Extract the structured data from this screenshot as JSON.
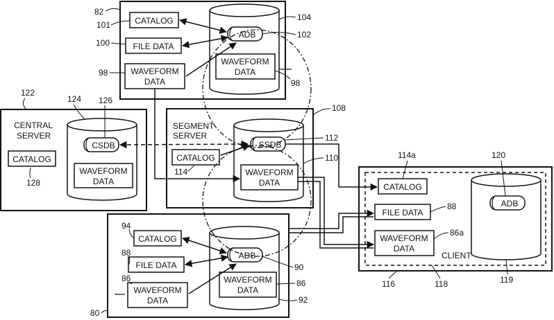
{
  "colors": {
    "ink": "#111111",
    "background": "#ffffff"
  },
  "server_top": {
    "ref": "82",
    "catalog": "CATALOG",
    "catalog_ref": "101",
    "file_data": "FILE DATA",
    "file_data_ref": "100",
    "waveform_line1": "WAVEFORM",
    "waveform_line2": "DATA",
    "waveform_ref": "98",
    "db_ref": "104",
    "adb": "ADB",
    "adb_ref": "102",
    "db_waveform_line1": "WAVEFORM",
    "db_waveform_line2": "DATA",
    "db_waveform_ref": "98"
  },
  "central_server": {
    "ref": "122",
    "label_line1": "CENTRAL",
    "label_line2": "SERVER",
    "catalog": "CATALOG",
    "catalog_ref": "128",
    "db_ref": "124",
    "csdb": "CSDB",
    "csdb_ref": "126",
    "waveform_line1": "WAVEFORM",
    "waveform_line2": "DATA"
  },
  "segment_server": {
    "ref": "108",
    "label_line1": "SEGMENT",
    "label_line2": "SERVER",
    "catalog": "CATALOG",
    "catalog_ref": "114",
    "ssdb": "SSDB",
    "ssdb_ref": "112",
    "db_ref": "110",
    "waveform_line1": "WAVEFORM",
    "waveform_line2": "DATA"
  },
  "server_bottom": {
    "ref": "80",
    "catalog": "CATALOG",
    "catalog_ref": "94",
    "file_data": "FILE DATA",
    "file_data_ref": "88",
    "waveform_line1": "WAVEFORM",
    "waveform_line2": "DATA",
    "waveform_ref": "86",
    "adb": "ADB",
    "adb_ref": "90",
    "db_waveform_line1": "WAVEFORM",
    "db_waveform_line2": "DATA",
    "db_waveform_ref": "86",
    "db_ref": "92"
  },
  "client": {
    "label": "CLIENT",
    "catalog": "CATALOG",
    "catalog_ref": "114a",
    "file_data": "FILE DATA",
    "file_data_ref": "88",
    "waveform_line1": "WAVEFORM",
    "waveform_line2": "DATA",
    "waveform_ref": "86a",
    "adb": "ADB",
    "adb_ref": "120",
    "db_ref": "119",
    "outer_ref": "116",
    "inner_ref": "118"
  }
}
